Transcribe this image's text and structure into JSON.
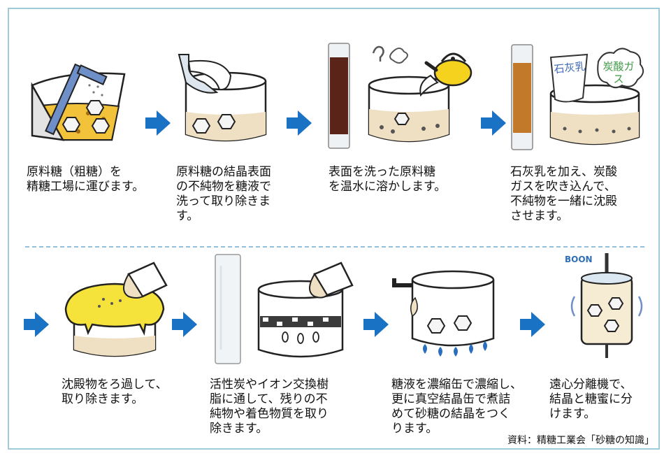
{
  "steps": [
    {
      "caption": "原料糖（粗糖）を\n精糖工場に運びます。",
      "icon": "raw-sugar-icon"
    },
    {
      "caption": "原料糖の結晶表面\nの不純物を糖液で\n洗って取り除きま\nす。",
      "icon": "washing-crystals-icon"
    },
    {
      "caption": "表面を洗った原料糖\nを温水に溶かします。",
      "icon": "dissolving-icon"
    },
    {
      "caption": "石灰乳を加え、炭酸\nガスを吹き込んで、\n不純物を一緒に沈殿\nさせます。",
      "icon": "precipitation-icon",
      "tags": [
        "石灰乳",
        "炭酸ガス"
      ]
    },
    {
      "caption": "沈殿物をろ過して、\n取り除きます。",
      "icon": "filtration-icon"
    },
    {
      "caption": "活性炭やイオン交換樹\n脂に通して、残りの不\n純物や着色物質を取り\n除きます。",
      "icon": "activated-carbon-icon"
    },
    {
      "caption": "糖液を濃縮缶で濃縮し、\n更に真空結晶缶で煮詰\nめて砂糖の結晶をつく\nります。",
      "icon": "boiling-icon"
    },
    {
      "caption": "遠心分離機で、\n結晶と糖蜜に分\nけます。",
      "icon": "centrifuge-icon",
      "sound": "BOON"
    }
  ],
  "source": "資料：精糖工業会「砂糖の知識」",
  "colors": {
    "arrow": "#1a72c4",
    "border": "#9fcad8",
    "divider": "#8fc0dc",
    "syrup": "#f2cf63",
    "liquid": "#efe0c4"
  }
}
